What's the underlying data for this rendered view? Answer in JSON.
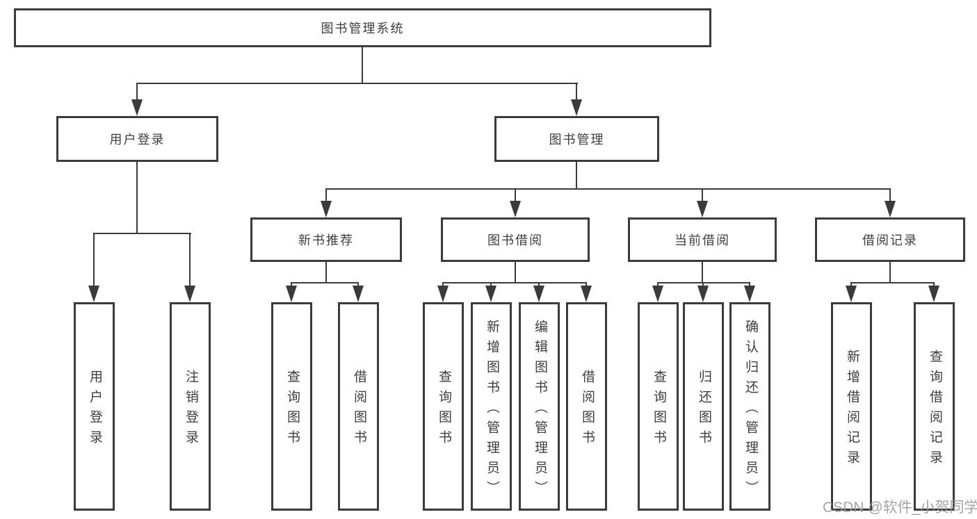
{
  "diagram": {
    "root": "图书管理系统",
    "level1": {
      "user_login": "用户登录",
      "book_mgmt": "图书管理"
    },
    "level2": {
      "new_books": "新书推荐",
      "borrowing": "图书借阅",
      "current": "当前借阅",
      "records": "借阅记录"
    },
    "leaves": {
      "g1_login": "用户登录",
      "g1_logout": "注销登录",
      "g2_query": "查询图书",
      "g2_borrow": "借阅图书",
      "g3_query": "查询图书",
      "g3_add": "新增图书（管理员）",
      "g3_edit": "编辑图书（管理员）",
      "g3_borrow": "借阅图书",
      "g4_query": "查询图书",
      "g4_return": "归还图书",
      "g4_confirm": "确认归还（管理员）",
      "g5_add_record": "新增借阅记录",
      "g5_query_record": "查询借阅记录"
    },
    "tree": {
      "label": "图书管理系统",
      "children": [
        {
          "label": "用户登录",
          "children": [
            {
              "label": "用户登录"
            },
            {
              "label": "注销登录"
            }
          ]
        },
        {
          "label": "图书管理",
          "children": [
            {
              "label": "新书推荐",
              "children": [
                {
                  "label": "查询图书"
                },
                {
                  "label": "借阅图书"
                }
              ]
            },
            {
              "label": "图书借阅",
              "children": [
                {
                  "label": "查询图书"
                },
                {
                  "label": "新增图书（管理员）"
                },
                {
                  "label": "编辑图书（管理员）"
                },
                {
                  "label": "借阅图书"
                }
              ]
            },
            {
              "label": "当前借阅",
              "children": [
                {
                  "label": "查询图书"
                },
                {
                  "label": "归还图书"
                },
                {
                  "label": "确认归还（管理员）"
                }
              ]
            },
            {
              "label": "借阅记录",
              "children": [
                {
                  "label": "新增借阅记录"
                },
                {
                  "label": "查询借阅记录"
                }
              ]
            }
          ]
        }
      ]
    }
  },
  "watermark": "CSDN @软件_小贺同学",
  "colors": {
    "line": "#3b3b3b",
    "box_border": "#3b3b3b",
    "text": "#3c3e42",
    "watermark": "#9b9b9b",
    "background": "#ffffff"
  }
}
